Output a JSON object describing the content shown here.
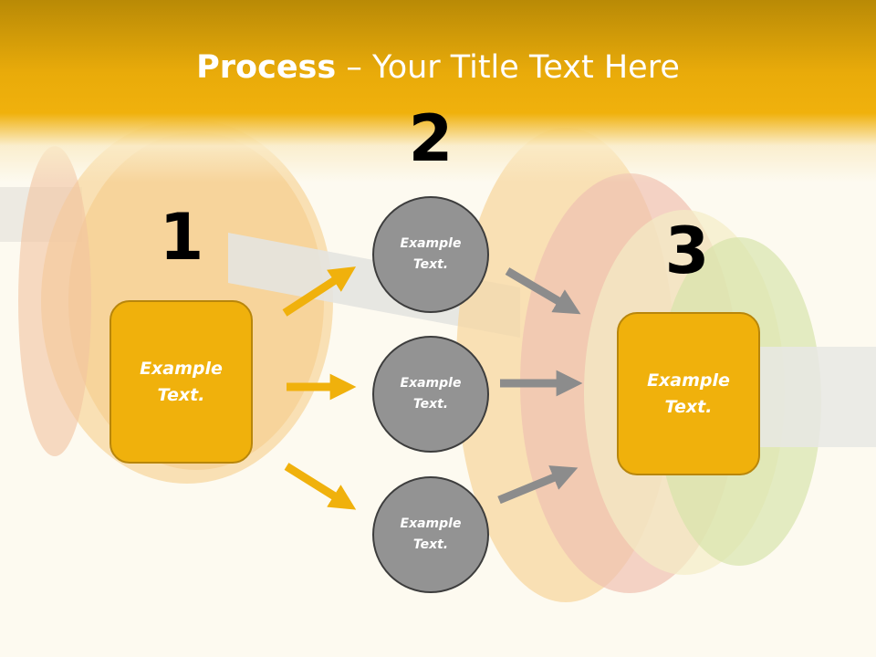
{
  "slide": {
    "title_bold": "Process",
    "title_rest": " – Your Title Text Here",
    "steps": {
      "one": "1",
      "two": "2",
      "three": "3"
    },
    "left_box": "Example\nText.",
    "right_box": "Example\nText.",
    "circles": [
      "Example\nText.",
      "Example\nText.",
      "Example\nText."
    ]
  },
  "colors": {
    "accent_orange": "#f0b10c",
    "circle_gray": "#939393",
    "arrow_gray": "#8c8c8c"
  }
}
